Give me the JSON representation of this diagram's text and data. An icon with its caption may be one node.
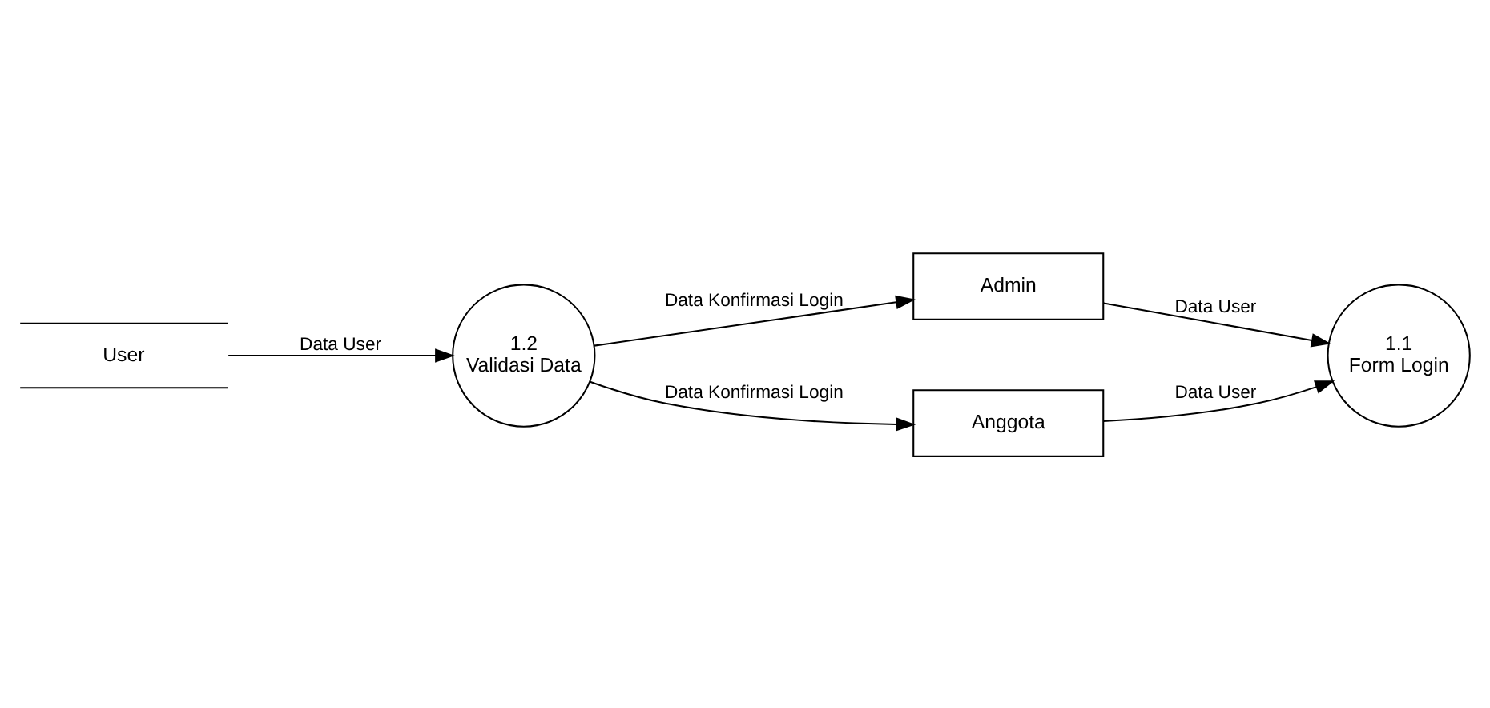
{
  "diagram": {
    "nodes": [
      {
        "text": [
          "Admin"
        ]
      },
      {
        "text": [
          "1.1",
          "Form Login"
        ]
      },
      {
        "text": [
          "Anggota"
        ]
      },
      {
        "text": [
          "1.2",
          "Validasi Data"
        ]
      },
      {
        "text": [
          "User"
        ]
      }
    ],
    "edges": [
      {
        "from": 0,
        "to": 1,
        "arrow": "to",
        "label": "Data User"
      },
      {
        "from": 2,
        "to": 1,
        "arrow": "to",
        "label": "Data User"
      },
      {
        "from": 3,
        "to": 2,
        "arrow": "to",
        "label": "Data Konfirmasi Login"
      },
      {
        "from": 4,
        "to": 3,
        "arrow": "to",
        "label": "Data User"
      },
      {
        "from": 3,
        "to": 0,
        "arrow": "to",
        "label": "Data Konfirmasi Login"
      }
    ]
  }
}
